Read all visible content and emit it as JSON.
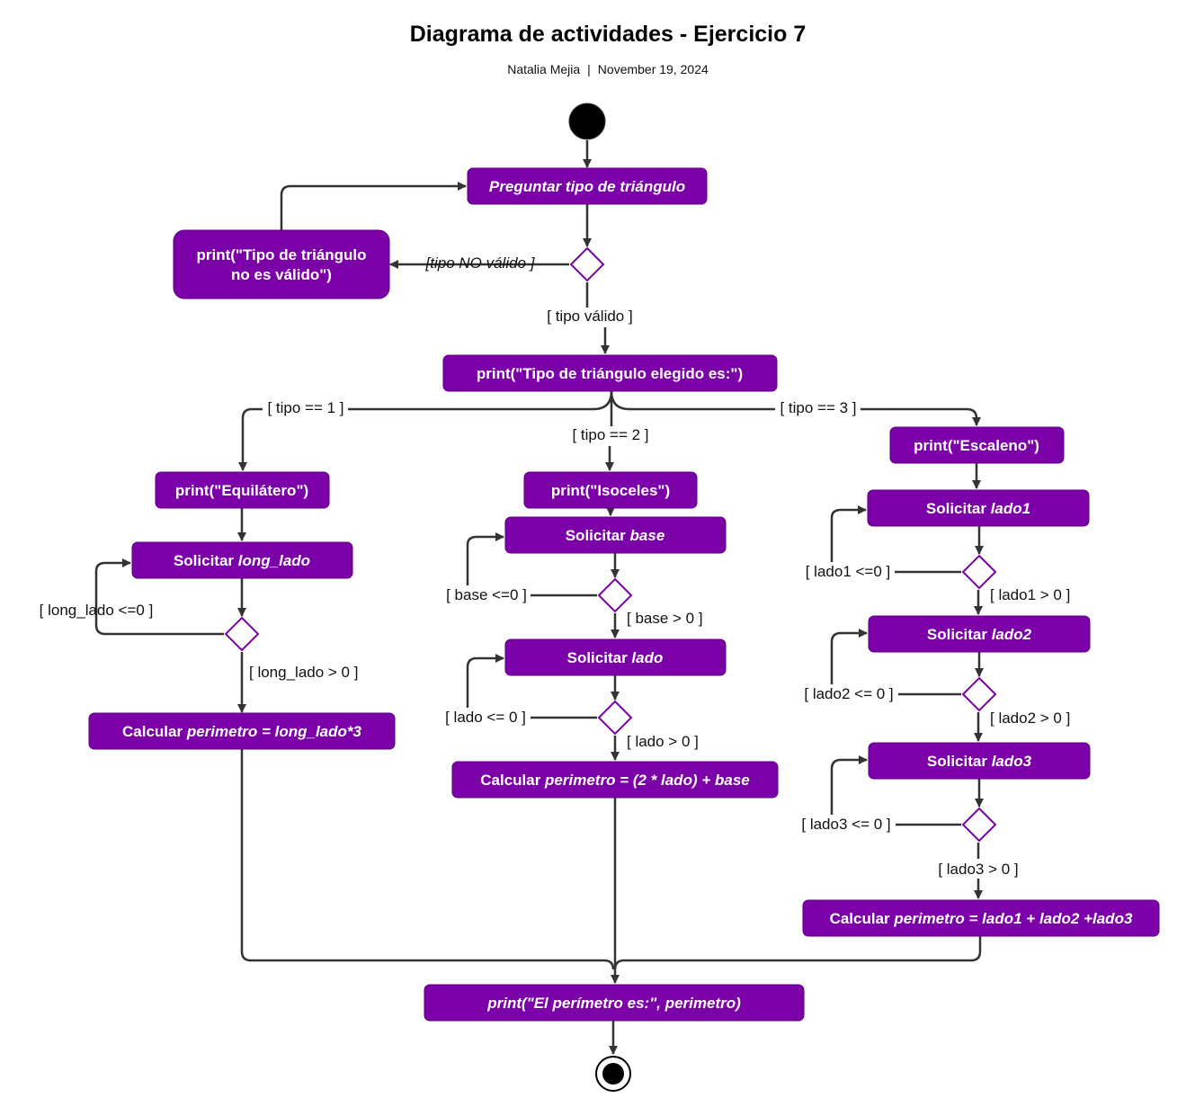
{
  "header": {
    "title": "Diagrama de actividades - Ejercicio 7",
    "author": "Natalia Mejia",
    "separator": "|",
    "date": "November 19, 2024"
  },
  "colors": {
    "node": "#7b00a8",
    "edge": "#333333",
    "start": "#000000"
  },
  "nodes": {
    "preguntar": [
      {
        "t": "Preguntar tipo de triángulo",
        "i": true
      }
    ],
    "no_valido_1": [
      {
        "t": "print(\"Tipo de triángulo",
        "i": false
      }
    ],
    "no_valido_2": [
      {
        "t": "no es válido\")",
        "i": false
      }
    ],
    "elegido": [
      {
        "t": "print(\"Tipo de triángulo elegido es:\")",
        "i": false
      }
    ],
    "equilatero": [
      {
        "t": "print(\"Equilátero\")",
        "i": false
      }
    ],
    "sol_long_lado": [
      {
        "t": "Solicitar ",
        "i": false
      },
      {
        "t": "long_lado",
        "i": true
      }
    ],
    "calc_equi": [
      {
        "t": "Calcular ",
        "i": false
      },
      {
        "t": "perimetro = long_lado*3",
        "i": true
      }
    ],
    "isoceles": [
      {
        "t": "print(\"Isoceles\")",
        "i": false
      }
    ],
    "sol_base": [
      {
        "t": "Solicitar ",
        "i": false
      },
      {
        "t": "base",
        "i": true
      }
    ],
    "sol_lado": [
      {
        "t": "Solicitar ",
        "i": false
      },
      {
        "t": "lado",
        "i": true
      }
    ],
    "calc_iso": [
      {
        "t": "Calcular ",
        "i": false
      },
      {
        "t": "perimetro = (2 * lado) + base",
        "i": true
      }
    ],
    "escaleno": [
      {
        "t": "print(\"Escaleno\")",
        "i": false
      }
    ],
    "sol_lado1": [
      {
        "t": "Solicitar ",
        "i": false
      },
      {
        "t": "lado1",
        "i": true
      }
    ],
    "sol_lado2": [
      {
        "t": "Solicitar ",
        "i": false
      },
      {
        "t": "lado2",
        "i": true
      }
    ],
    "sol_lado3": [
      {
        "t": "Solicitar ",
        "i": false
      },
      {
        "t": "lado3",
        "i": true
      }
    ],
    "calc_esc": [
      {
        "t": "Calcular ",
        "i": false
      },
      {
        "t": "perimetro = lado1 + lado2 +lado3",
        "i": true
      }
    ],
    "resultado": [
      {
        "t": "print(\"El perímetro es:\", perimetro)",
        "i": true
      }
    ]
  },
  "guards": {
    "tipo_no_valido": "[tipo NO válido ]",
    "tipo_valido": "[ tipo válido ]",
    "tipo1": "[ tipo == 1 ]",
    "tipo2": "[ tipo == 2 ]",
    "tipo3": "[ tipo == 3 ]",
    "long_lado_le": "[ long_lado <=0 ]",
    "long_lado_gt": "[ long_lado > 0 ]",
    "base_le": "[ base <=0 ]",
    "base_gt": "[ base > 0 ]",
    "lado_le": "[ lado <= 0 ]",
    "lado_gt": "[ lado > 0 ]",
    "lado1_le": "[ lado1 <=0 ]",
    "lado1_gt": "[ lado1 > 0 ]",
    "lado2_le": "[ lado2 <= 0 ]",
    "lado2_gt": "[ lado2 > 0 ]",
    "lado3_le": "[ lado3 <= 0 ]",
    "lado3_gt": "[ lado3 > 0 ]"
  }
}
